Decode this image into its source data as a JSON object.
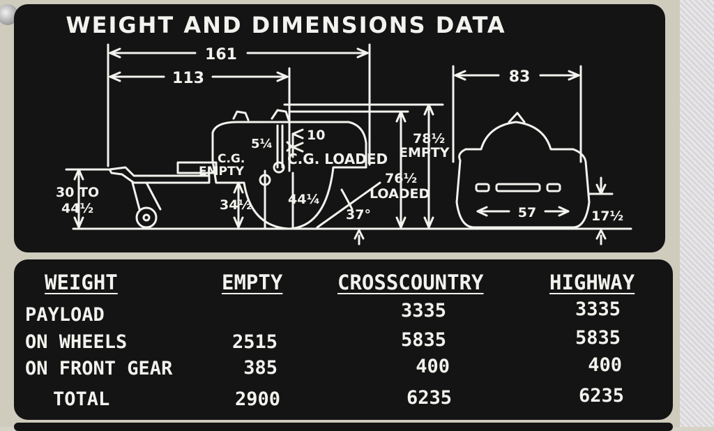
{
  "plate": {
    "title": "WEIGHT AND DIMENSIONS DATA"
  },
  "diagram": {
    "dim_overall_length": "161",
    "dim_cg_length": "113",
    "dim_overall_width": "83",
    "dim_offset_5_1_4": "5¼",
    "dim_offset_10": "10",
    "label_cg_empty_1": "C.G.",
    "label_cg_empty_2": "EMPTY",
    "label_cg_loaded": "C.G. LOADED",
    "dim_height_empty": "78½",
    "label_empty": "EMPTY",
    "dim_height_loaded": "76½",
    "label_loaded": "LOADED",
    "dim_hitch_1": "30 TO",
    "dim_hitch_2": "44½",
    "dim_cg_height_empty": "34½",
    "dim_cg_height_loaded": "44¼",
    "dim_angle": "37°",
    "dim_track": "57",
    "dim_clearance": "17½"
  },
  "table": {
    "headers": [
      "WEIGHT",
      "EMPTY",
      "CROSSCOUNTRY",
      "HIGHWAY"
    ],
    "rows": [
      {
        "label": "PAYLOAD",
        "empty": "",
        "cross": "3335",
        "highway": "3335"
      },
      {
        "label": "ON WHEELS",
        "empty": "2515",
        "cross": "5835",
        "highway": "5835"
      },
      {
        "label": "ON FRONT GEAR",
        "empty": "385",
        "cross": "400",
        "highway": "400"
      },
      {
        "label": "TOTAL",
        "empty": "2900",
        "cross": "6235",
        "highway": "6235"
      }
    ]
  }
}
